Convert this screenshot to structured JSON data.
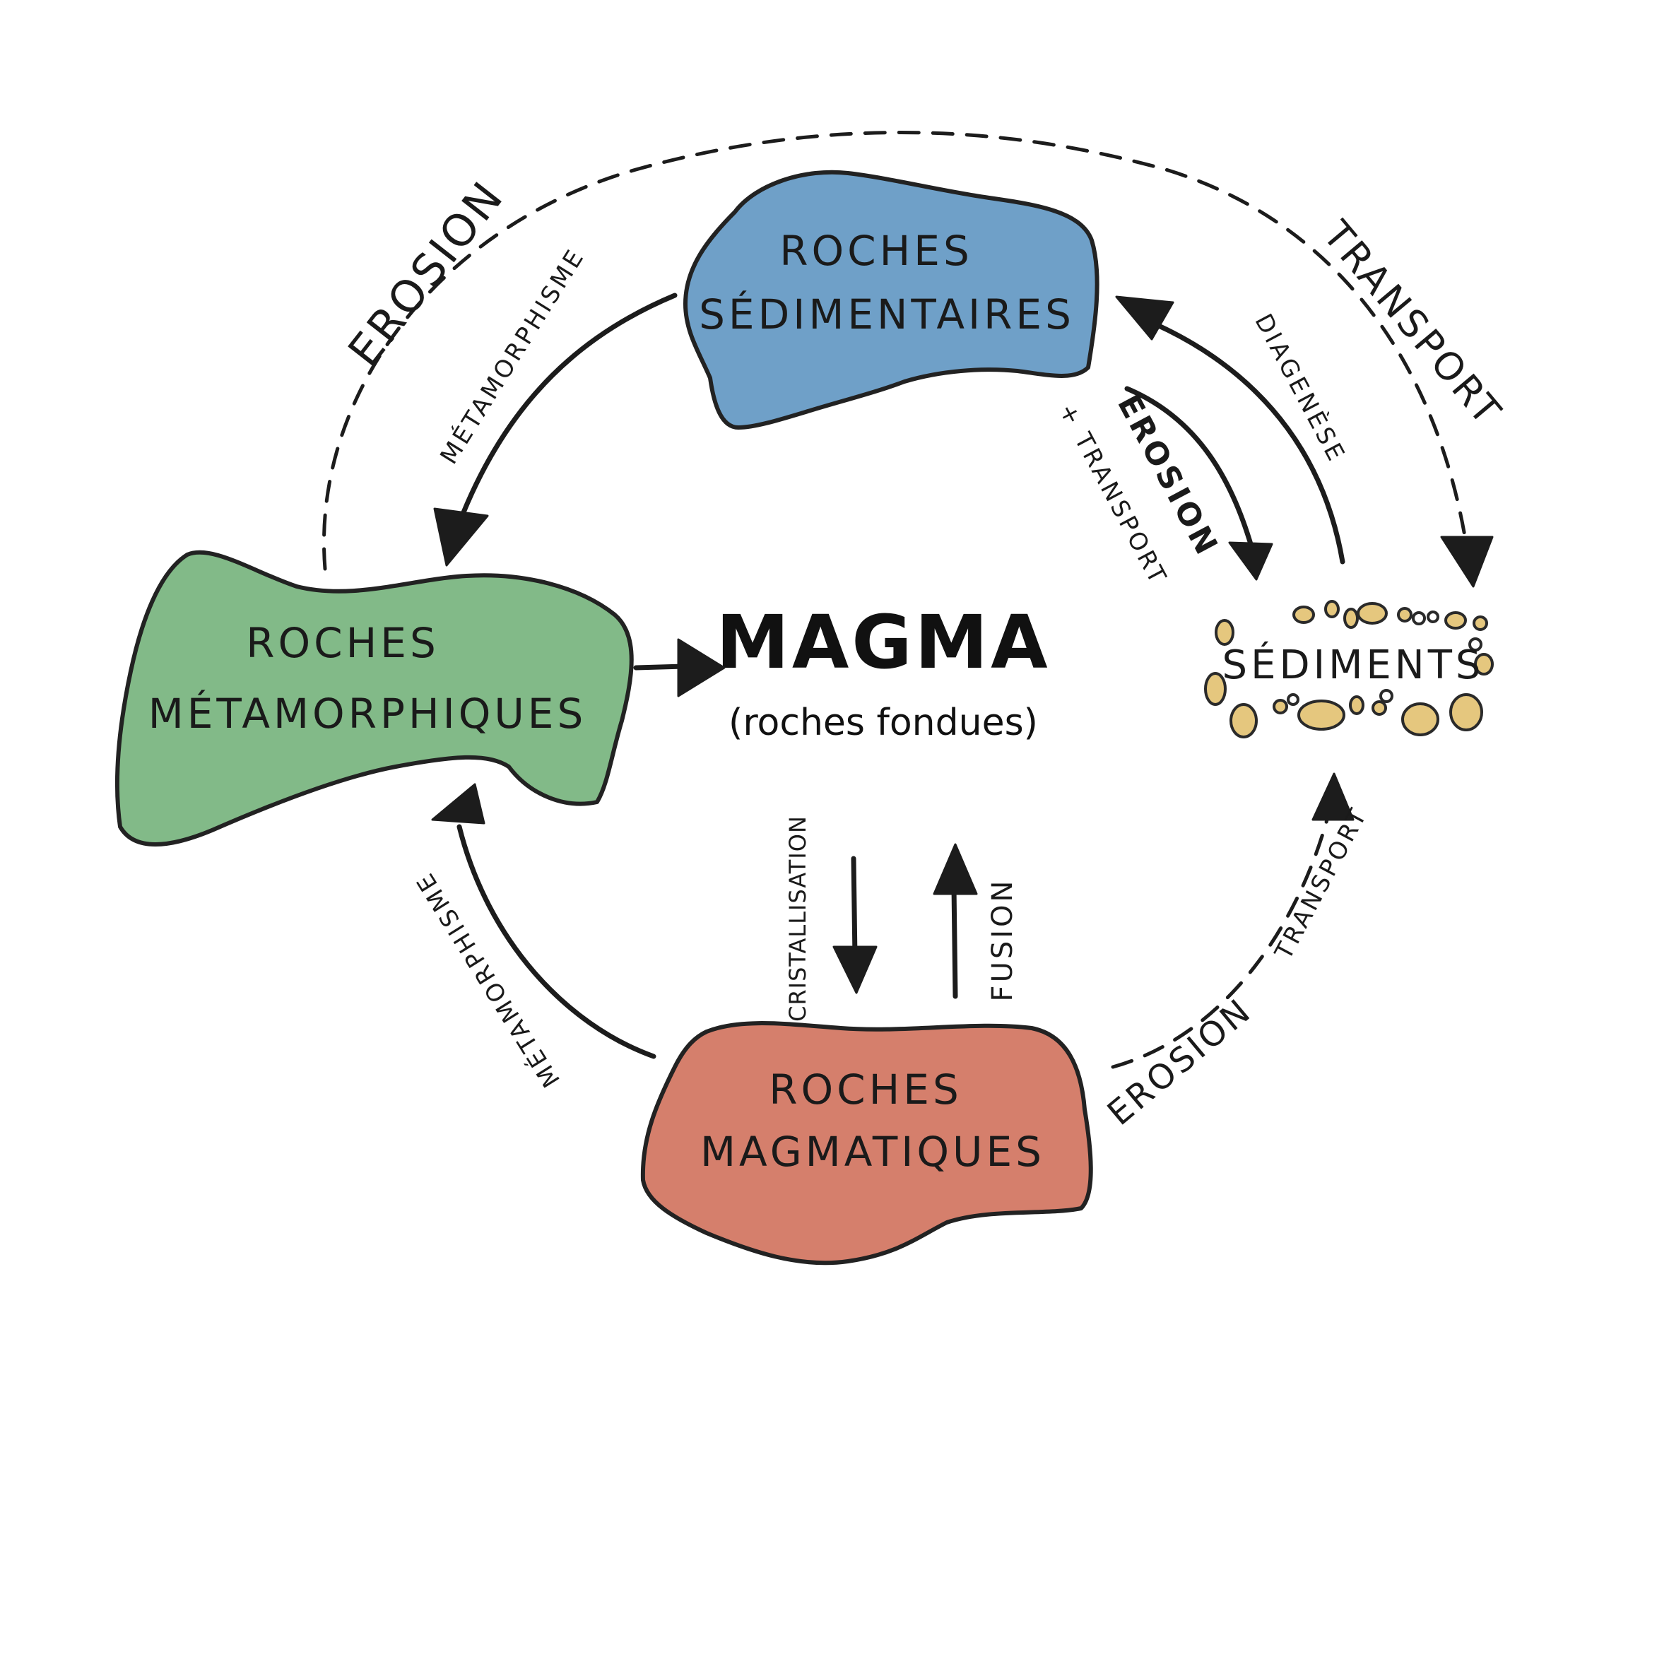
{
  "colors": {
    "sedimentary": "#6fa0c8",
    "metamorphic": "#82ba88",
    "igneous": "#d57f6c",
    "sediment_grain": "#e5c77e",
    "ink": "#1c1c1c"
  },
  "nodes": {
    "sedimentary": {
      "line1": "Roches",
      "line2": "Sédimentaires"
    },
    "metamorphic": {
      "line1": "Roches",
      "line2": "Métamorphiques"
    },
    "igneous": {
      "line1": "Roches",
      "line2": "Magmatiques"
    },
    "sediments": {
      "label": "Sédiments"
    },
    "magma": {
      "title": "MAGMA",
      "subtitle": "(roches fondues)"
    }
  },
  "edges": {
    "erosion_top": "Erosion",
    "transport_top": "Transport",
    "metamorphisme_top": "Métamorphisme",
    "diagenese": "Diagenèse",
    "erosion_transport_1": "Erosion",
    "erosion_transport_2": "+ Transport",
    "cristallisation": "Cristallisation",
    "fusion": "Fusion",
    "metamorphisme_bottom": "Métamorphisme",
    "erosion_bottom": "Erosion",
    "transport_bottom": "Transport"
  }
}
